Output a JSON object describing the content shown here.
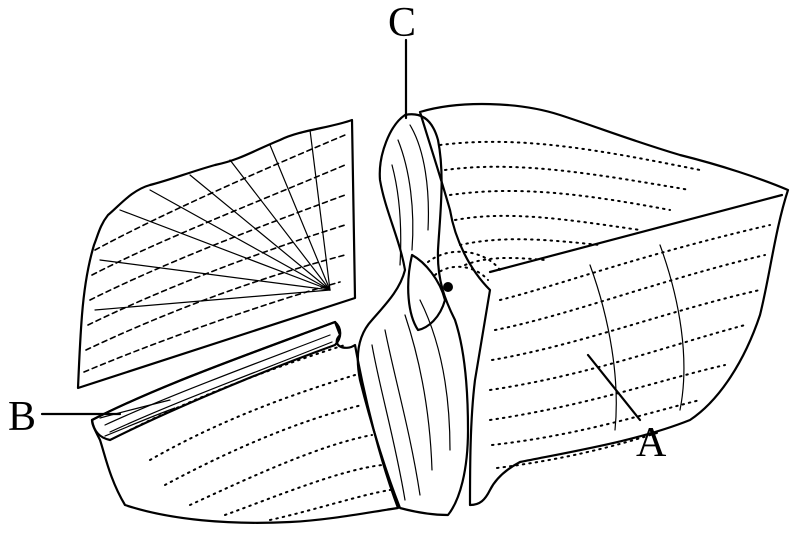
{
  "figure": {
    "labels": {
      "a": "A",
      "b": "B",
      "c": "C"
    }
  }
}
